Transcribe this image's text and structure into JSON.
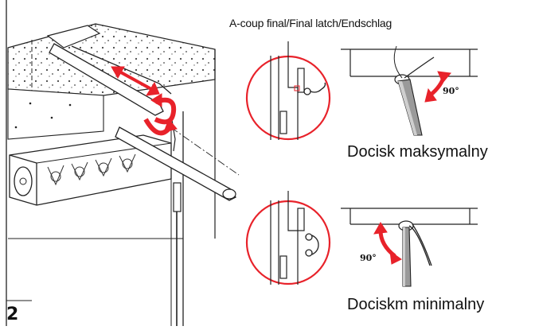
{
  "header": "A-coup final/Final latch/Endschlag",
  "panels": [
    {
      "label": "Docisk maksymalny",
      "angle": "90°"
    },
    {
      "label": "Dociskm minimalny",
      "angle": "90°"
    }
  ],
  "step_number": "2",
  "colors": {
    "accent": "#e8222a",
    "line": "#222222",
    "arm": "#9a9a9a"
  }
}
